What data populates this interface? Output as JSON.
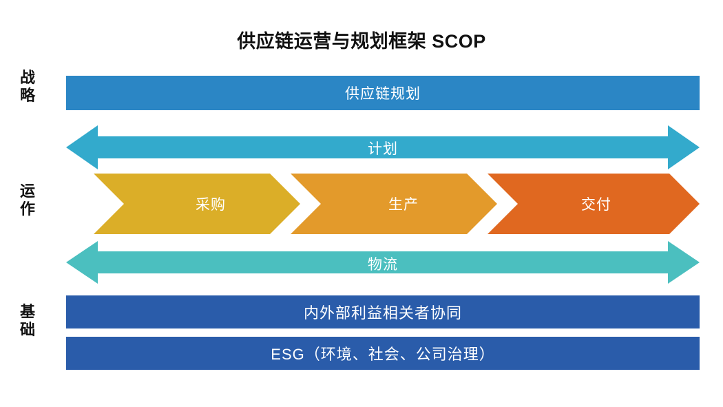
{
  "title": "供应链运营与规划框架 SCOP",
  "tiers": [
    {
      "name": "strategy",
      "label_chars": [
        "战",
        "略"
      ]
    },
    {
      "name": "operations",
      "label_chars": [
        "运",
        "作"
      ]
    },
    {
      "name": "foundation",
      "label_chars": [
        "基",
        "础"
      ]
    }
  ],
  "bands": {
    "supply_chain_planning": {
      "label": "供应链规划",
      "color": "#2B86C5",
      "shape": "bar"
    },
    "plan": {
      "label": "计划",
      "color": "#33AACC",
      "shape": "double-arrow"
    },
    "logistics": {
      "label": "物流",
      "color": "#4BBFBF",
      "shape": "double-arrow"
    },
    "stakeholder": {
      "label": "内外部利益相关者协同",
      "color": "#2A5CAA",
      "shape": "bar"
    },
    "esg": {
      "label": "ESG（环境、社会、公司治理）",
      "color": "#2A5CAA",
      "shape": "bar"
    }
  },
  "chevrons": [
    {
      "name": "procurement",
      "label": "采购",
      "color": "#DBAE28"
    },
    {
      "name": "production",
      "label": "生产",
      "color": "#E39A2B"
    },
    {
      "name": "delivery",
      "label": "交付",
      "color": "#E06820"
    }
  ],
  "colors": {
    "background": "#ffffff",
    "text_dark": "#111111",
    "text_light": "#ffffff"
  }
}
